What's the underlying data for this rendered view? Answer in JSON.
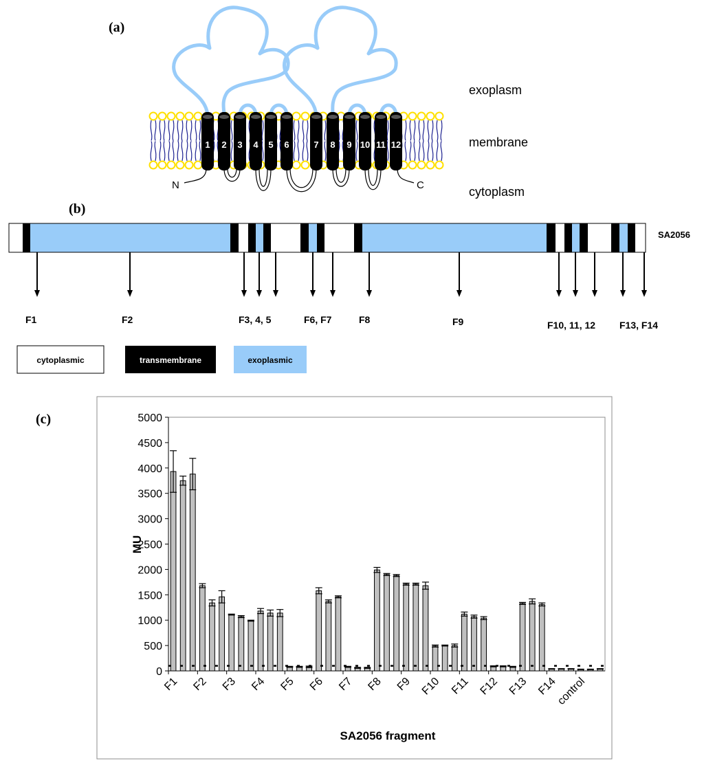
{
  "colors": {
    "exoplasmic": "#99ccf9",
    "transmembrane": "#000000",
    "cytoplasmic": "#ffffff",
    "lipid_head": "#ffe000",
    "lipid_tail": "#1a1f8f",
    "bar_fill": "#c0c0c0"
  },
  "panel_a": {
    "label": "(a)",
    "helix_numbers": [
      "1",
      "2",
      "3",
      "4",
      "5",
      "6",
      "7",
      "8",
      "9",
      "10",
      "11",
      "12"
    ],
    "region_exoplasm": "exoplasm",
    "region_membrane": "membrane",
    "region_cytoplasm": "cytoplasm",
    "n_terminus": "N",
    "c_terminus": "C"
  },
  "panel_b": {
    "label": "(b)",
    "protein_name": "SA2056",
    "fragment_labels": [
      "F1",
      "F2",
      "F3, 4, 5",
      "F6, F7",
      "F8",
      "F9",
      "F10, 11, 12",
      "F13, F14"
    ],
    "legend": [
      {
        "label": "cytoplasmic",
        "kind": "cytoplasmic"
      },
      {
        "label": "transmembrane",
        "kind": "transmembrane"
      },
      {
        "label": "exoplasmic",
        "kind": "exoplasmic"
      }
    ]
  },
  "panel_c": {
    "label": "(c)",
    "chart_data": {
      "type": "bar",
      "xlabel": "SA2056 fragment",
      "ylabel": "MU",
      "ylim": [
        0,
        5000
      ],
      "yticks": [
        "0",
        "500",
        "1000",
        "1500",
        "2000",
        "2500",
        "3000",
        "3500",
        "4000",
        "4500",
        "5000"
      ],
      "grid": false,
      "categories": [
        "F1",
        "F2",
        "F3",
        "F4",
        "F5",
        "F6",
        "F7",
        "F8",
        "F9",
        "F10",
        "F11",
        "F12",
        "F13",
        "F14",
        "control"
      ],
      "bars_per_category": 3,
      "values": [
        3930,
        3750,
        3880,
        1680,
        1340,
        1460,
        1110,
        1070,
        990,
        1180,
        1140,
        1140,
        80,
        80,
        80,
        1580,
        1370,
        1460,
        80,
        60,
        60,
        1990,
        1900,
        1880,
        1710,
        1710,
        1680,
        490,
        500,
        500,
        1120,
        1070,
        1040,
        90,
        90,
        80,
        1330,
        1370,
        1310,
        40,
        40,
        40,
        30,
        30,
        40
      ],
      "errors": [
        410,
        90,
        310,
        40,
        60,
        120,
        10,
        20,
        10,
        50,
        60,
        70,
        10,
        10,
        15,
        60,
        30,
        20,
        10,
        10,
        10,
        50,
        20,
        20,
        20,
        20,
        70,
        20,
        10,
        30,
        40,
        30,
        30,
        10,
        10,
        10,
        20,
        50,
        30,
        5,
        5,
        5,
        5,
        5,
        5
      ],
      "cutoff_value": 100
    }
  }
}
